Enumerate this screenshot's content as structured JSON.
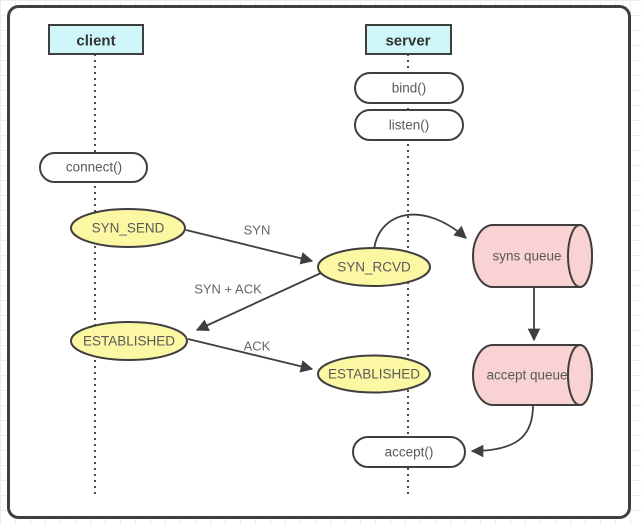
{
  "diagram": {
    "actors": {
      "client": "client",
      "server": "server"
    },
    "calls": {
      "connect": "connect()",
      "bind": "bind()",
      "listen": "listen()",
      "accept": "accept()"
    },
    "states": {
      "syn_send": "SYN_SEND",
      "syn_rcvd": "SYN_RCVD",
      "established_client": "ESTABLISHED",
      "established_server": "ESTABLISHED"
    },
    "queues": {
      "syns": "syns queue",
      "accept": "accept queue"
    },
    "messages": {
      "syn": "SYN",
      "syn_ack": "SYN + ACK",
      "ack": "ACK"
    },
    "colors": {
      "actor_fill": "#CFF6F9",
      "state_fill": "#FBF7A3",
      "queue_fill": "#F9D2D4",
      "call_fill": "#FFFFFF",
      "stroke": "#3F3F3F",
      "message_text": "#666666",
      "node_text": "#595959",
      "actor_text": "#333333",
      "grid_line": "#ECECEC"
    }
  }
}
